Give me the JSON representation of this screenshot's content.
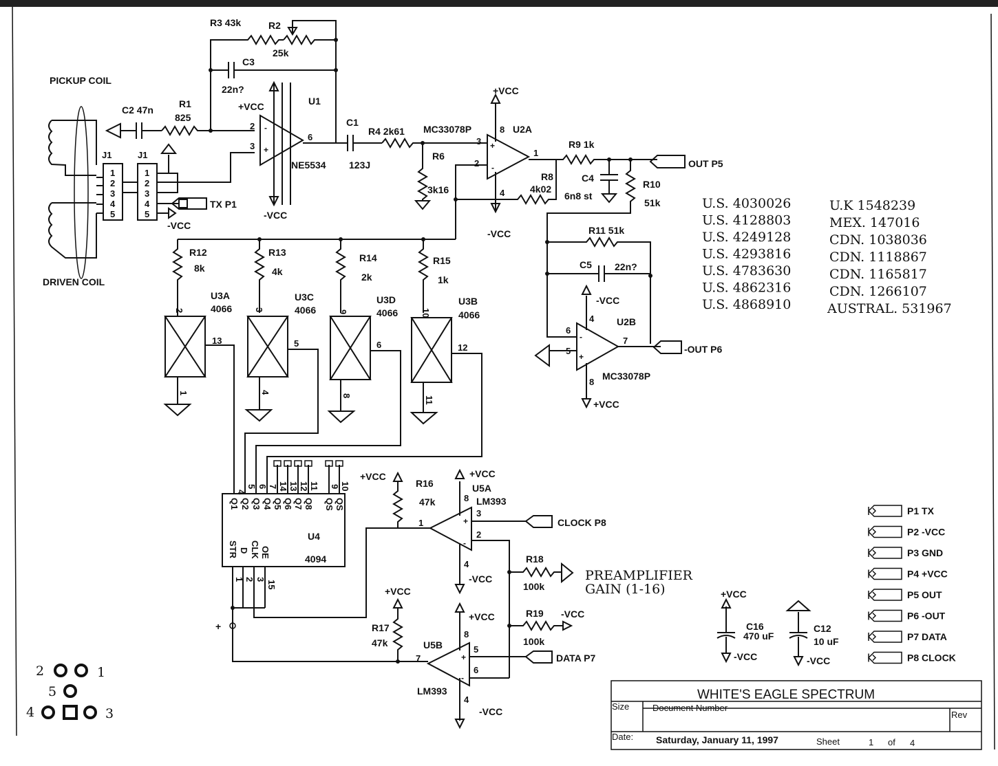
{
  "patents": [
    {
      "us": "U.S. 4030026",
      "foreign": "U.K  1548239"
    },
    {
      "us": "U.S. 4128803",
      "foreign": "MEX.  147016"
    },
    {
      "us": "U.S. 4249128",
      "foreign": "CDN. 1038036"
    },
    {
      "us": "U.S. 4293816",
      "foreign": "CDN. 1118867"
    },
    {
      "us": "U.S. 4783630",
      "foreign": "CDN. 1165817"
    },
    {
      "us": "U.S. 4862316",
      "foreign": "CDN. 1266107"
    },
    {
      "us": "U.S. 4868910",
      "foreign": "AUSTRAL. 531967"
    }
  ],
  "title_block": {
    "title": "WHITE'S EAGLE SPECTRUM",
    "size_label": "Size",
    "doc_number_label": "Document Number",
    "rev_label": "Rev",
    "date_label": "Date:",
    "date": "Saturday, January 11, 1997",
    "sheet_label": "Sheet",
    "sheet_num": "1",
    "of_label": "of",
    "sheet_total": "4"
  },
  "connectors": [
    "P1 TX",
    "P2 -VCC",
    "P3 GND",
    "P4 +VCC",
    "P5 OUT",
    "P6 -OUT",
    "P7 DATA",
    "P8 CLOCK"
  ],
  "ports": {
    "out_p5": "OUT P5",
    "neg_out_p6": "-OUT P6",
    "tx_p1": "TX  P1",
    "clock_p8": "CLOCK P8",
    "data_p7": "DATA P7"
  },
  "coils": {
    "pickup": "PICKUP COIL",
    "driven": "DRIVEN COIL"
  },
  "preamp_note": {
    "line1": "PREAMPLIFIER",
    "line2": "GAIN (1-16)"
  },
  "pinout": {
    "p1": "1",
    "p2": "2",
    "p3": "3",
    "p4": "4",
    "p5": "5"
  },
  "components": {
    "r1": "R1",
    "r1_val": "825",
    "r2": "R2",
    "r2_val": "25k",
    "r3": "R3 43k",
    "r4": "R4  2k61",
    "r6": "R6",
    "r6_val": "3k16",
    "r8": "R8",
    "r8_val": "4k02",
    "r9": "R9  1k",
    "r10": "R10",
    "r10_val": "51k",
    "r11": "R11   51k",
    "r12": "R12",
    "r12_val": "8k",
    "r13": "R13",
    "r13_val": "4k",
    "r14": "R14",
    "r14_val": "2k",
    "r15": "R15",
    "r15_val": "1k",
    "r16": "R16",
    "r16_val": "47k",
    "r17": "R17",
    "r17_val": "47k",
    "r18": "R18",
    "r18_val": "100k",
    "r19": "R19",
    "r19_val": "100k",
    "c1": "C1",
    "c1_val": "123J",
    "c2": "C2  47n",
    "c3": "C3",
    "c3_val": "22n?",
    "c4": "C4",
    "c4_val": "6n8 st",
    "c5": "C5",
    "c5_val": "22n?",
    "c12": "C12",
    "c12_val": "10 uF",
    "c16": "C16",
    "c16_val": "470 uF",
    "u1": "U1",
    "u1_part": "NE5534",
    "u2a": "U2A",
    "u2_part": "MC33078P",
    "u2b": "U2B",
    "u2b_part": "MC33078P",
    "u3a": "U3A",
    "u3c": "U3C",
    "u3d": "U3D",
    "u3b": "U3B",
    "u3_part": "4066",
    "u4": "U4",
    "u4_part": "4094",
    "u5a": "U5A",
    "u5b": "U5B",
    "u5_part": "LM393",
    "j1": "J1"
  },
  "power": {
    "vcc": "+VCC",
    "nvcc": "-VCC"
  },
  "u4_pins": {
    "outputs": [
      "Q1",
      "Q2",
      "Q3",
      "Q4",
      "Q5",
      "Q6",
      "Q7",
      "Q8",
      "QS",
      "QS"
    ],
    "inputs": [
      "STR",
      "D",
      "CLK",
      "OE"
    ]
  }
}
